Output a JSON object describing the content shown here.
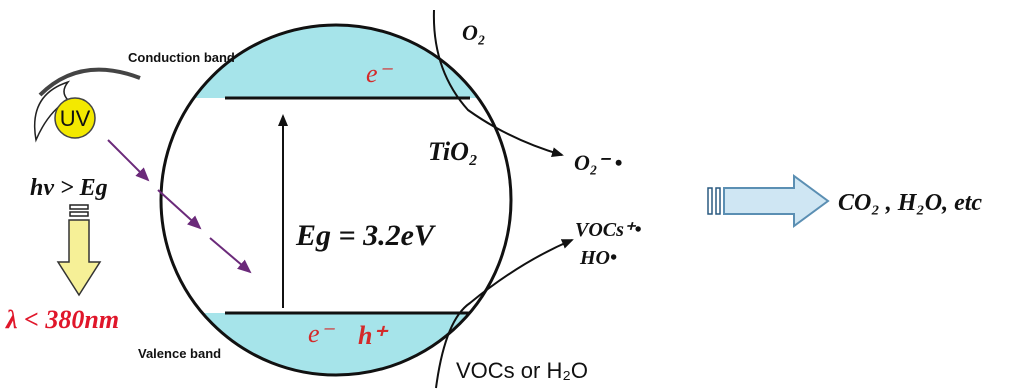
{
  "labels": {
    "conduction_band": "Conduction band",
    "valence_band": "Valence band",
    "uv": "UV",
    "hv_eg": "hv > Eg",
    "wavelength": "λ < 380nm",
    "band_gap": "Eg = 3.2eV",
    "electron_cb": "e⁻",
    "electron_vb": "e⁻",
    "hole": "h⁺",
    "o2": "O₂",
    "superoxide": "O₂⁻ •",
    "vocs_radical": "VOCs⁺•",
    "hydroxyl_radical": "HO•",
    "vocs_or_water": "VOCs or H₂O",
    "products": "CO₂ , H₂O, etc",
    "material": "TiO₂"
  },
  "colors": {
    "band_fill": "#a6e4ea",
    "uv_fill": "#f3e900",
    "photon_arrow": "#6b2a7a",
    "wavelength_text": "#e0162a",
    "electron_text": "#d42a2a",
    "down_arrow_fill": "#f6f097",
    "right_arrow_fill": "#cfe6f3",
    "right_arrow_stroke": "#5b8fb3"
  }
}
